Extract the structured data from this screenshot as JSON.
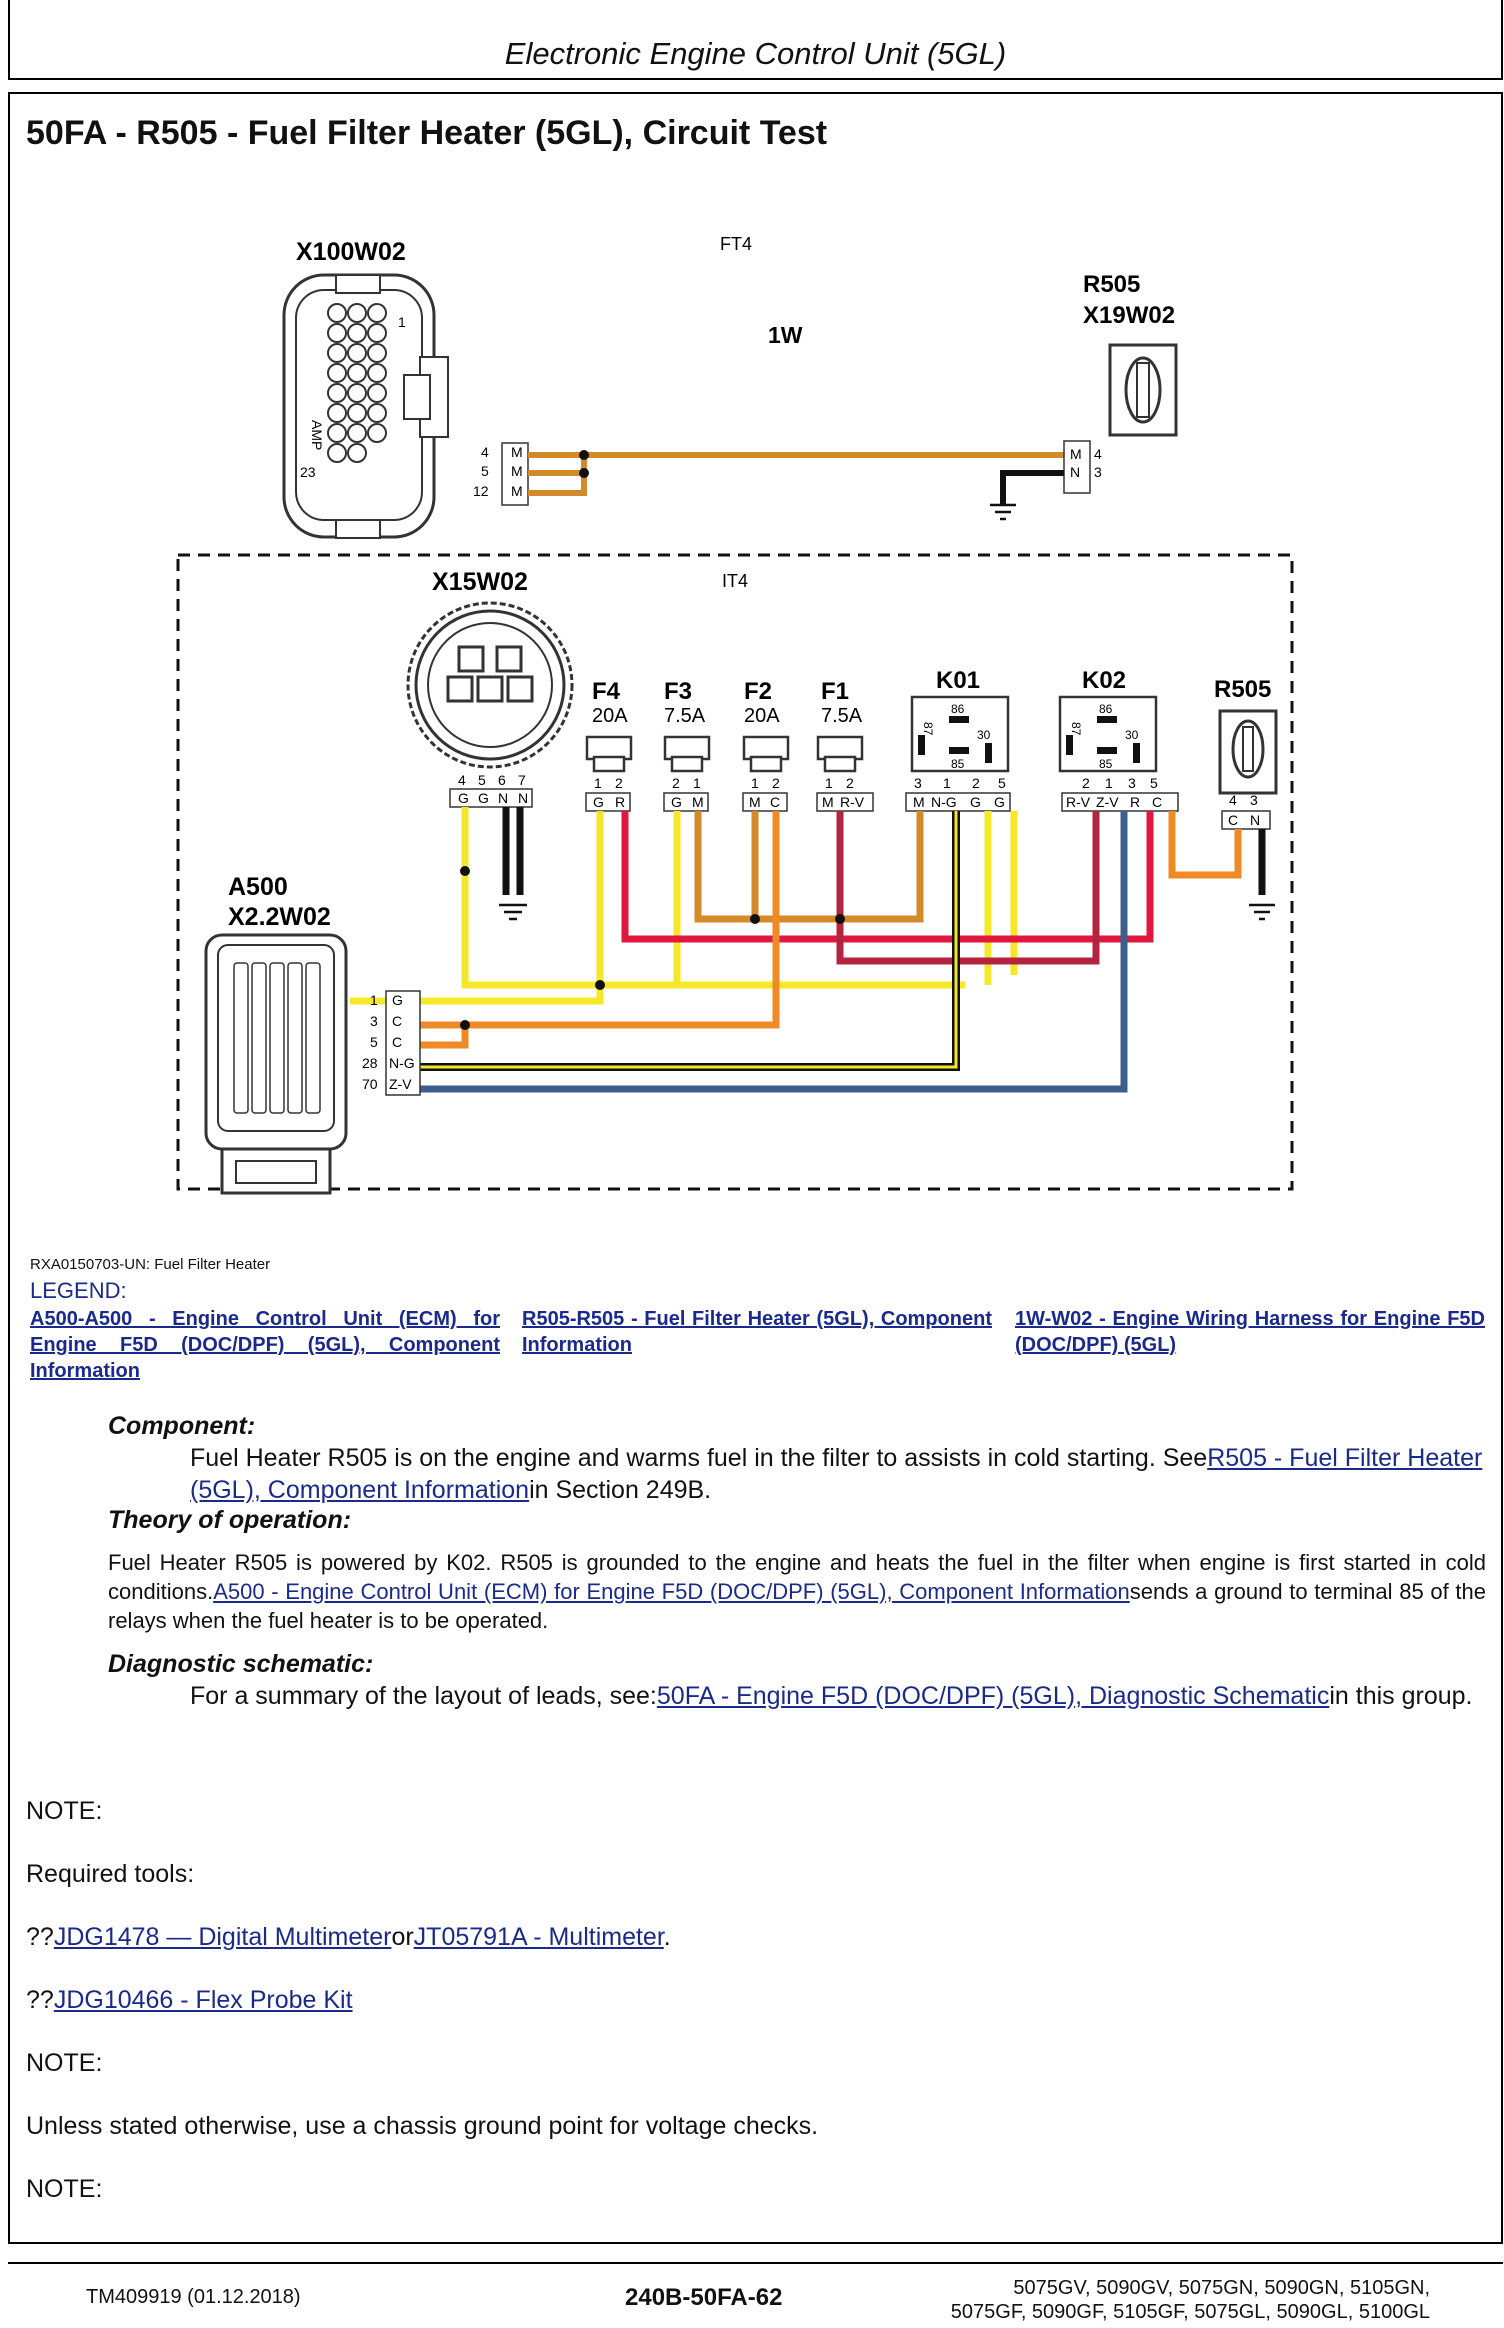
{
  "header": {
    "title": "Electronic Engine Control Unit (5GL)"
  },
  "section": {
    "title": "50FA - R505 - Fuel Filter Heater (5GL), Circuit Test"
  },
  "schematic": {
    "x100w02": "X100W02",
    "amp": "AMP",
    "pin_1": "1",
    "pin_23": "23",
    "x100_pins": [
      "4",
      "5",
      "12"
    ],
    "x100_letters": [
      "M",
      "M",
      "M"
    ],
    "ft4": "FT4",
    "wire_1w": "1W",
    "r505_top": "R505",
    "x19w02": "X19W02",
    "r505_pins": [
      "4",
      "3"
    ],
    "r505_letters": [
      "M",
      "N"
    ],
    "it4": "IT4",
    "x15w02": "X15W02",
    "x15_pins": [
      "4",
      "5",
      "6",
      "7"
    ],
    "x15_letters": [
      "G",
      "G",
      "N",
      "N"
    ],
    "fuses": [
      {
        "name": "F4",
        "rating": "20A",
        "pins": [
          "1",
          "2"
        ],
        "letters": [
          "G",
          "R"
        ]
      },
      {
        "name": "F3",
        "rating": "7.5A",
        "pins": [
          "2",
          "1"
        ],
        "letters": [
          "G",
          "M"
        ]
      },
      {
        "name": "F2",
        "rating": "20A",
        "pins": [
          "1",
          "2"
        ],
        "letters": [
          "M",
          "C"
        ]
      },
      {
        "name": "F1",
        "rating": "7.5A",
        "pins": [
          "1",
          "2"
        ],
        "letters": [
          "M",
          "R-V"
        ]
      }
    ],
    "k01": {
      "name": "K01",
      "t86": "86",
      "t87": "87",
      "t30": "30",
      "t85": "85",
      "pins": [
        "3",
        "1",
        "2",
        "5"
      ],
      "letters": [
        "M",
        "N-G",
        "G",
        "G"
      ]
    },
    "k02": {
      "name": "K02",
      "t86": "86",
      "t87": "87",
      "t30": "30",
      "t85": "85",
      "pins": [
        "2",
        "1",
        "3",
        "5"
      ],
      "letters": [
        "R-V",
        "Z-V",
        "R",
        "C"
      ]
    },
    "r505_inner": {
      "name": "R505",
      "pins": [
        "4",
        "3"
      ],
      "letters": [
        "C",
        "N"
      ]
    },
    "a500": "A500",
    "x22w02": "X2.2W02",
    "a500_pins": [
      "1",
      "3",
      "5",
      "28",
      "70"
    ],
    "a500_letters": [
      "G",
      "C",
      "C",
      "N-G",
      "Z-V"
    ],
    "colors": {
      "orange_wire": "#D4892B",
      "yellow": "#F5E72A",
      "red": "#E0173F",
      "dark_red": "#B5243F",
      "orange": "#F08A24",
      "navy": "#3B5F8A",
      "black": "#111111"
    }
  },
  "caption": "RXA0150703-UN: Fuel Filter Heater",
  "legend": {
    "title": "LEGEND:",
    "col1_prefix": "A500-",
    "col1": "A500 - Engine Control Unit (ECM) for Engine F5D (DOC/DPF) (5GL), Component Information",
    "col2_prefix": "R505-",
    "col2": "R505 - Fuel Filter Heater (5GL), Component Information",
    "col3_prefix": "1W-",
    "col3": "W02 - Engine Wiring Harness for Engine F5D (DOC/DPF) (5GL)"
  },
  "component": {
    "heading": "Component:",
    "text_a": "Fuel Heater R505 is on the engine and warms fuel in the filter to assists in cold starting. See",
    "link": "R505 - Fuel Filter Heater (5GL), Component Information",
    "text_b": "in Section 249B."
  },
  "theory": {
    "heading": "Theory of operation:",
    "text_a": "Fuel Heater R505 is powered by K02. R505 is grounded to the engine and heats the fuel in the filter when engine is first started in cold conditions.",
    "link": "A500 - Engine Control Unit (ECM) for Engine F5D (DOC/DPF) (5GL), Component Information",
    "text_b": "sends a ground to terminal 85 of the relays when the fuel heater is to be operated."
  },
  "diagnostic": {
    "heading": "Diagnostic schematic:",
    "text_a": "For a summary of the layout of leads, see:",
    "link": "50FA - Engine F5D (DOC/DPF) (5GL), Diagnostic Schematic",
    "text_b": "in this group."
  },
  "notes": {
    "note": "NOTE:",
    "required_tools": "Required tools:",
    "qq": "??",
    "tool1": "JDG1478 — Digital Multimeter",
    "or": "or",
    "tool2": "JT05791A - Multimeter",
    "period": ".",
    "tool3": "JDG10466 - Flex Probe Kit",
    "ground_note": "Unless stated otherwise, use a chassis ground point for voltage checks."
  },
  "footer": {
    "doc_id": "TM409919 (01.12.2018)",
    "page": "240B-50FA-62",
    "models_line1": "5075GV, 5090GV, 5075GN, 5090GN, 5105GN,",
    "models_line2": "5075GF, 5090GF, 5105GF, 5075GL, 5090GL, 5100GL"
  }
}
